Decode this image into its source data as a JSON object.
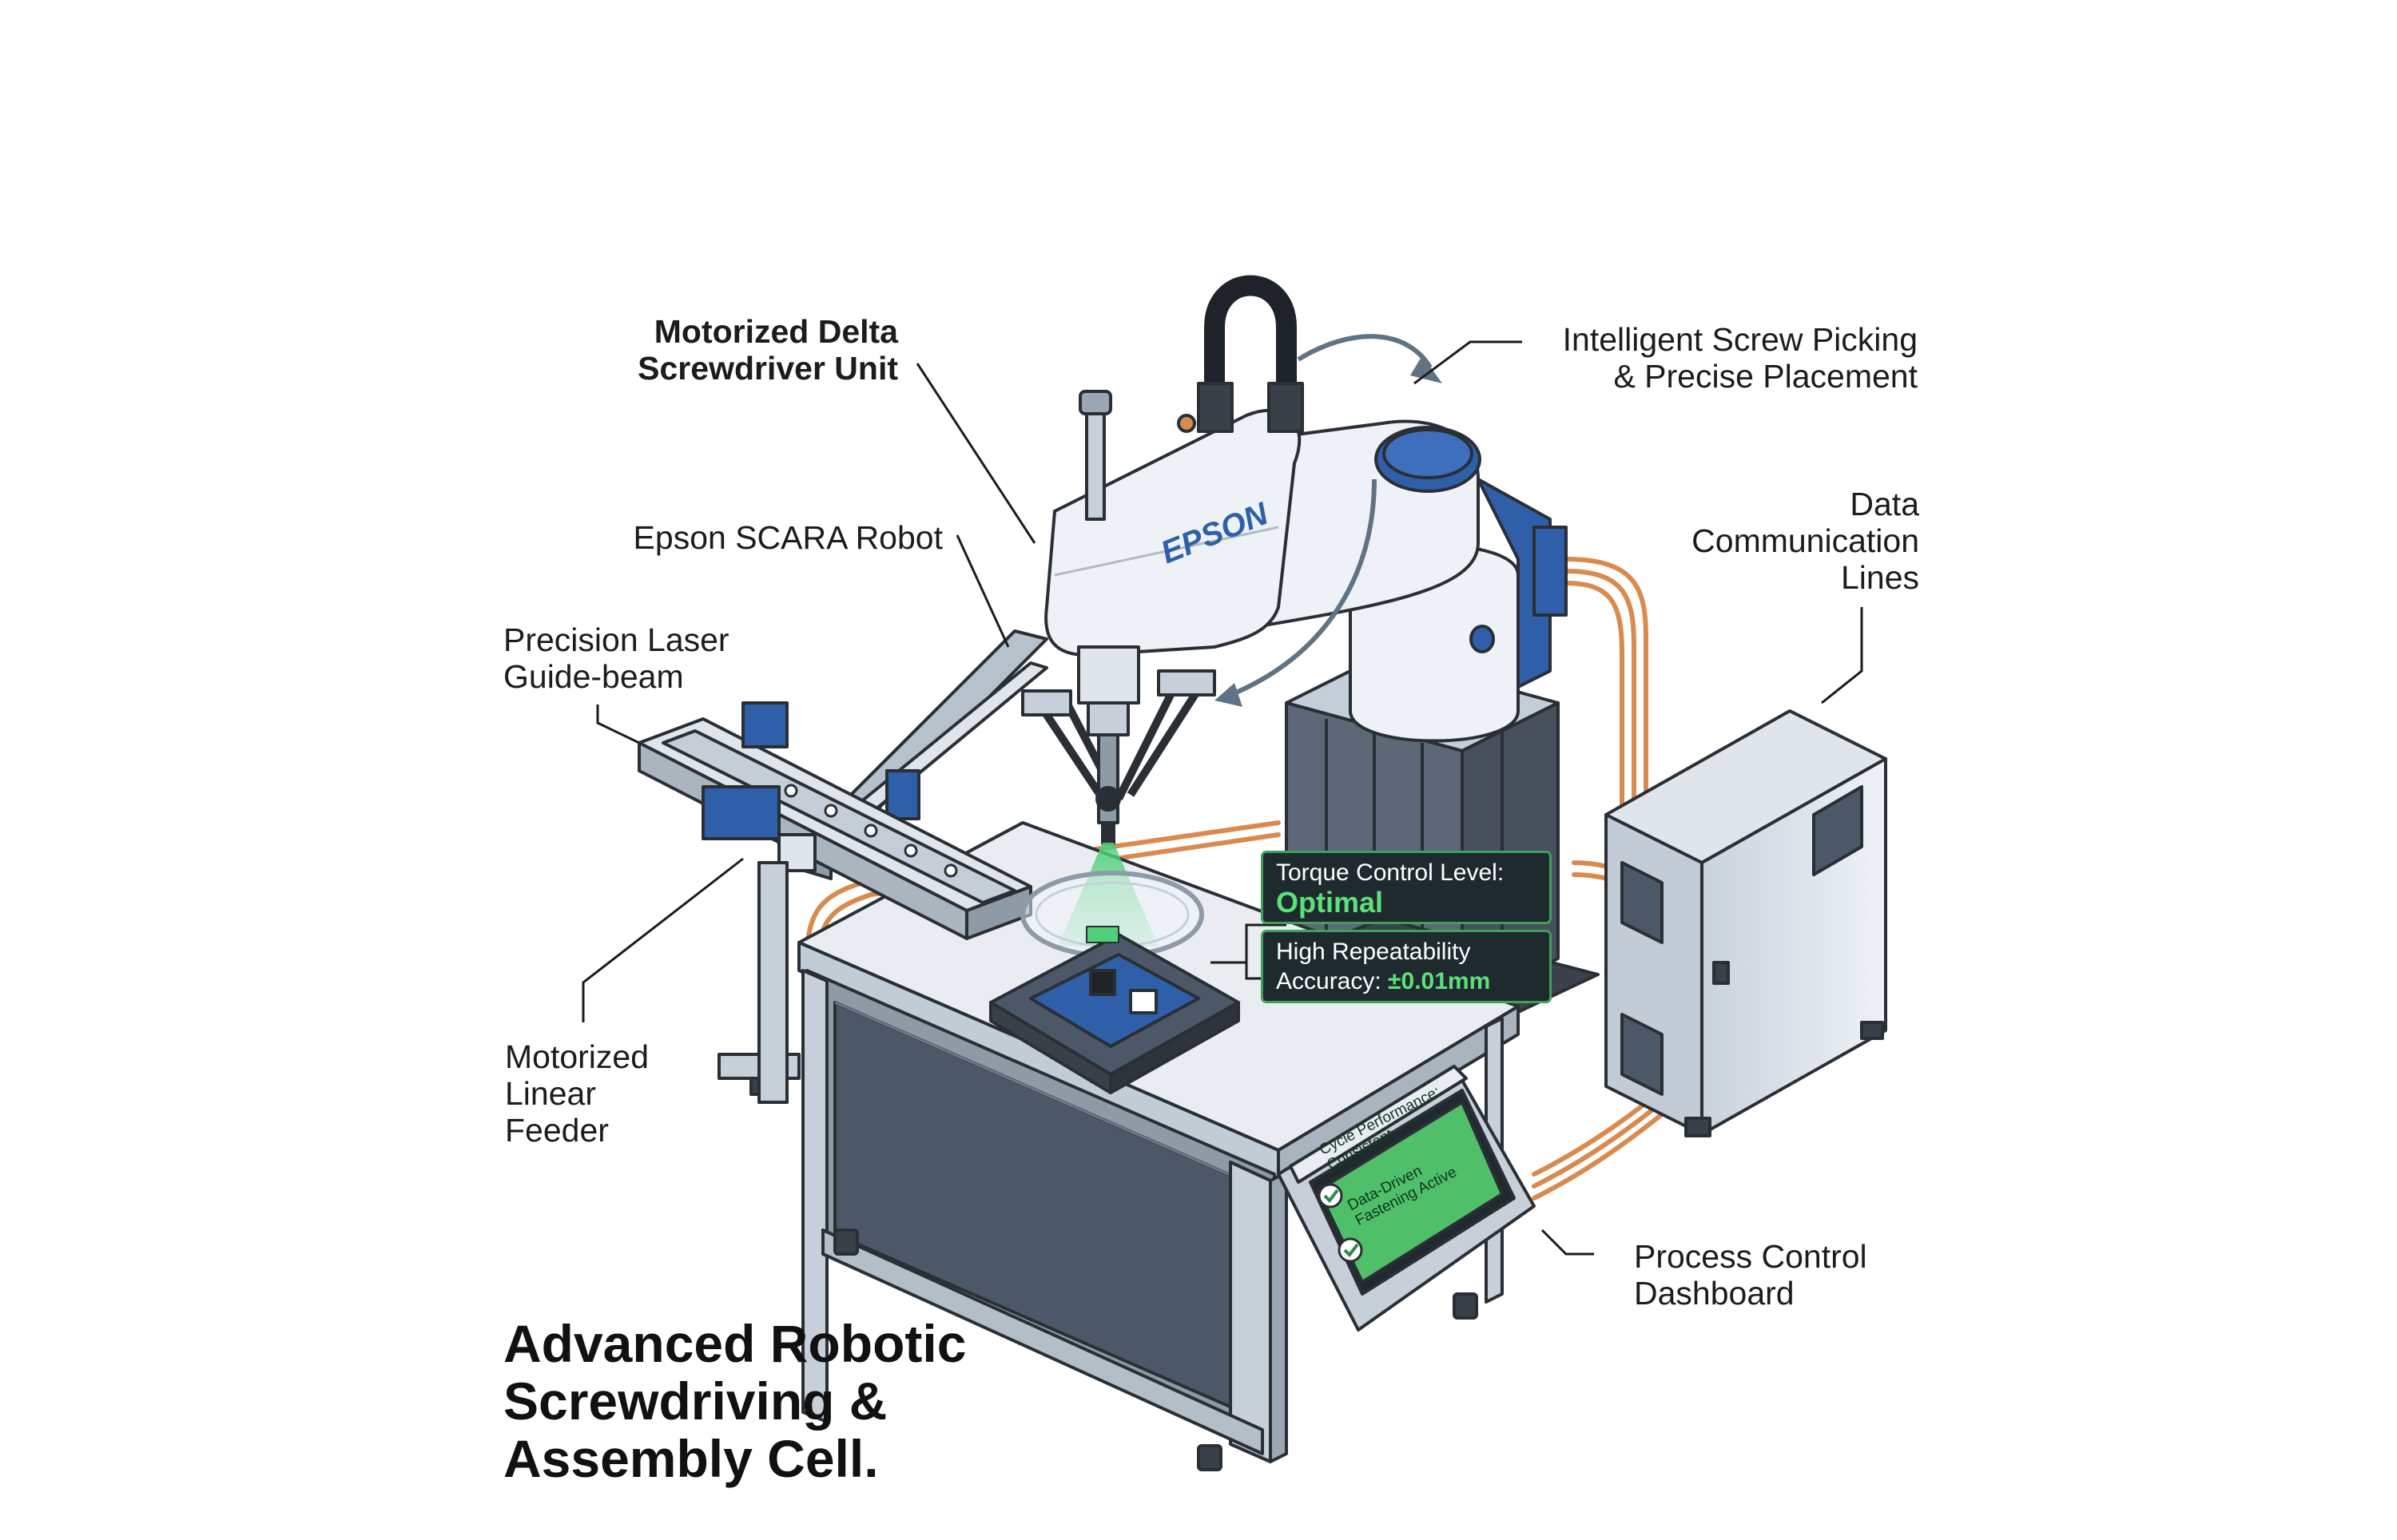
{
  "title": {
    "line1": "Advanced Robotic",
    "line2": "Screwdriving &",
    "line3": "Assembly Cell."
  },
  "callouts": {
    "delta_unit": {
      "line1": "Motorized Delta",
      "line2": "Screwdriver Unit"
    },
    "scara": {
      "line1": "Epson SCARA Robot"
    },
    "laser": {
      "line1": "Precision Laser",
      "line2": "Guide-beam"
    },
    "feeder": {
      "line1": "Motorized",
      "line2": "Linear",
      "line3": "Feeder"
    },
    "picking": {
      "line1": "Intelligent Screw Picking",
      "line2": "& Precise Placement"
    },
    "data_lines": {
      "line1": "Data",
      "line2": "Communication",
      "line3": "Lines"
    },
    "dashboard": {
      "line1": "Process Control",
      "line2": "Dashboard"
    }
  },
  "status_boxes": {
    "torque": {
      "label": "Torque Control Level:",
      "value": "Optimal"
    },
    "repeatability": {
      "label_line1": "High Repeatability",
      "label_line2": "Accuracy: ",
      "value": "±0.01mm"
    }
  },
  "screen": {
    "item1_line1": "Cycle Performance:",
    "item1_line2": "Consistent",
    "item2_line1": "Data-Driven",
    "item2_line2": "Fastening Active"
  },
  "robot": {
    "brand": "EPSON"
  },
  "icons": {
    "motion_arrows": "curved-arrow-icon",
    "screen_checks": "check-icon"
  },
  "colors": {
    "robot_blue": "#2f5fa8",
    "cable_orange": "#d98a4e",
    "laser_green": "#4fd07a",
    "status_green": "#5be07a",
    "table_gray": "#e9edf2",
    "panel_dark": "#4c5867"
  }
}
